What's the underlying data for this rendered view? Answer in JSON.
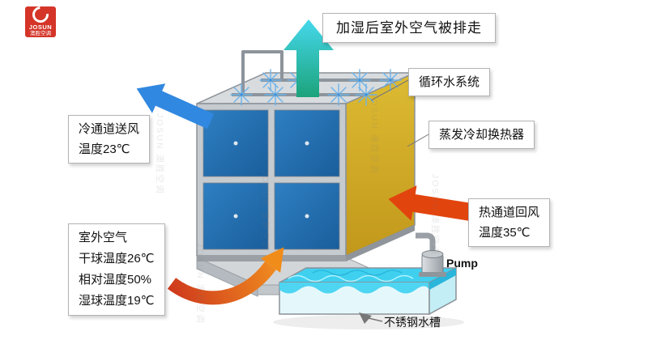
{
  "logo": {
    "brand": "JOSUN",
    "brand_cn": "澳胜空调"
  },
  "watermark": {
    "text": "JOSUN 澳胜空调"
  },
  "callouts": {
    "exhaust": {
      "text": "加湿后室外空气被排走"
    },
    "circulating_water": {
      "text": "循环水系统"
    },
    "evaporative_cooler": {
      "text": "蒸发冷却换热器"
    },
    "hot_return": {
      "line1": "热通道回风",
      "line2": "温度35℃"
    },
    "cold_supply": {
      "line1": "冷通道送风",
      "line2": "温度23℃"
    },
    "outdoor_air": {
      "line1": "室外空气",
      "line2": "干球温度26℃",
      "line3": "相对温度50%",
      "line4": "湿球温度19℃"
    },
    "water_tank": {
      "text": "不锈钢水槽"
    },
    "pump": {
      "text": "Pump"
    }
  },
  "colors": {
    "panel_blue": "#2272b4",
    "side_gold": "#d2ac2e",
    "water_cyan": "#41d1f0",
    "exhaust_teal": "#2bc7d8",
    "hot_orange": "#ee5a13",
    "cold_blue": "#3a7bd5",
    "outdoor_red_orange": "#e1521f",
    "logo_red": "#d43528"
  }
}
